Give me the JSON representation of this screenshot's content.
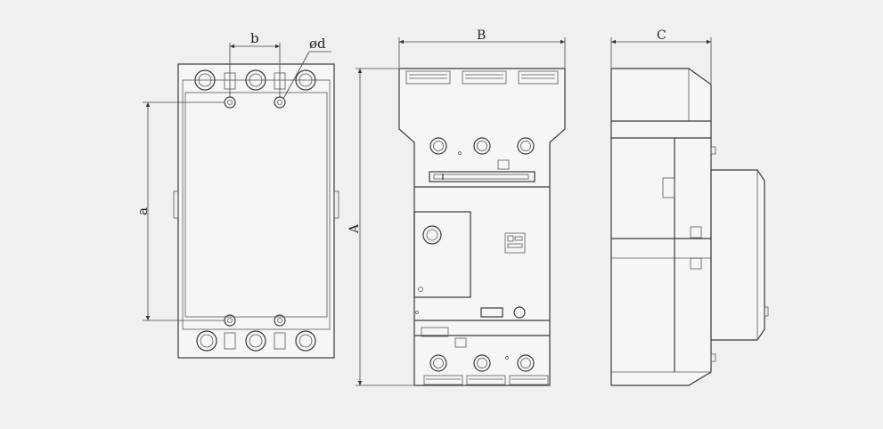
{
  "labels": {
    "a": "a",
    "b": "b",
    "d": "ød",
    "A": "A",
    "B": "B",
    "C": "C"
  },
  "colors": {
    "background": "#eff0f1",
    "line": "#3a3a3a"
  }
}
